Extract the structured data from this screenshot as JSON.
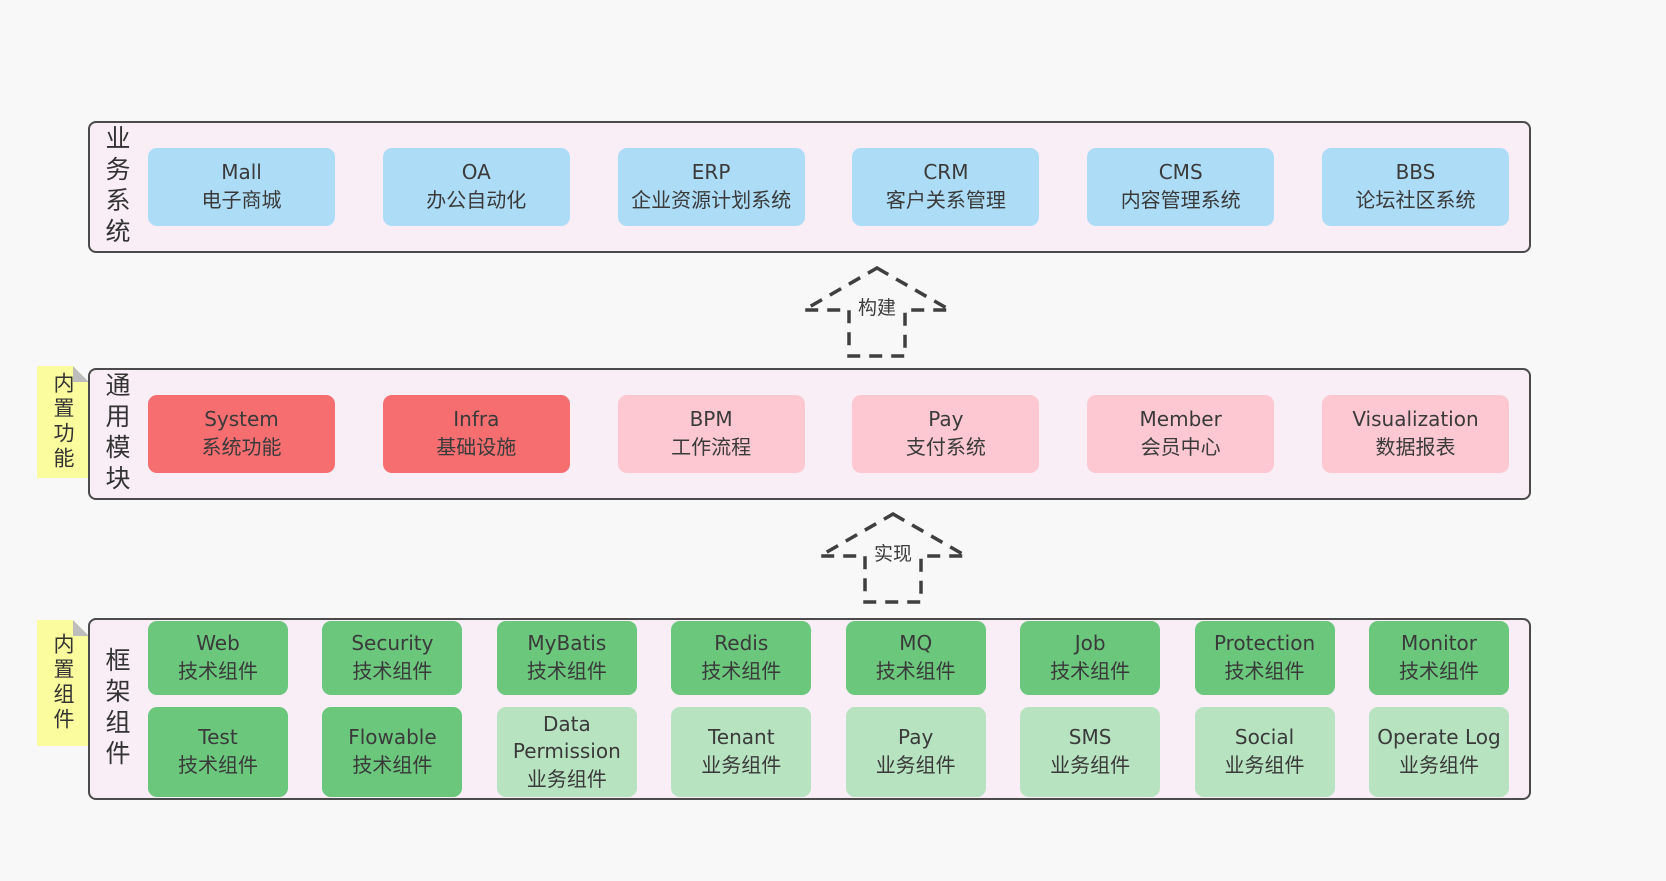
{
  "diagram": {
    "arrows": [
      {
        "label": "构建"
      },
      {
        "label": "实现"
      }
    ],
    "sections": [
      {
        "label": "业务系统",
        "boxes": [
          {
            "title": "Mall",
            "subtitle": "电子商城"
          },
          {
            "title": "OA",
            "subtitle": "办公自动化"
          },
          {
            "title": "ERP",
            "subtitle": "企业资源计划系统"
          },
          {
            "title": "CRM",
            "subtitle": "客户关系管理"
          },
          {
            "title": "CMS",
            "subtitle": "内容管理系统"
          },
          {
            "title": "BBS",
            "subtitle": "论坛社区系统"
          }
        ]
      },
      {
        "label": "通用模块",
        "note": "内置功能",
        "boxes": [
          {
            "title": "System",
            "subtitle": "系统功能"
          },
          {
            "title": "Infra",
            "subtitle": "基础设施"
          },
          {
            "title": "BPM",
            "subtitle": "工作流程"
          },
          {
            "title": "Pay",
            "subtitle": "支付系统"
          },
          {
            "title": "Member",
            "subtitle": "会员中心"
          },
          {
            "title": "Visualization",
            "subtitle": "数据报表"
          }
        ]
      },
      {
        "label": "框架组件",
        "note": "内置组件",
        "rows": [
          [
            {
              "title": "Web",
              "subtitle": "技术组件"
            },
            {
              "title": "Security",
              "subtitle": "技术组件"
            },
            {
              "title": "MyBatis",
              "subtitle": "技术组件"
            },
            {
              "title": "Redis",
              "subtitle": "技术组件"
            },
            {
              "title": "MQ",
              "subtitle": "技术组件"
            },
            {
              "title": "Job",
              "subtitle": "技术组件"
            },
            {
              "title": "Protection",
              "subtitle": "技术组件"
            },
            {
              "title": "Monitor",
              "subtitle": "技术组件"
            }
          ],
          [
            {
              "title": "Test",
              "subtitle": "技术组件"
            },
            {
              "title": "Flowable",
              "subtitle": "技术组件"
            },
            {
              "title": "Data Permission",
              "subtitle": "业务组件"
            },
            {
              "title": "Tenant",
              "subtitle": "业务组件"
            },
            {
              "title": "Pay",
              "subtitle": "业务组件"
            },
            {
              "title": "SMS",
              "subtitle": "业务组件"
            },
            {
              "title": "Social",
              "subtitle": "业务组件"
            },
            {
              "title": "Operate Log",
              "subtitle": "业务组件"
            }
          ]
        ]
      }
    ],
    "colors": {
      "page_bg": "#f8f8f8",
      "panel_bg": "#f9edf6",
      "panel_border": "#4b4b4b",
      "blue": "#addcf6",
      "red": "#f76e71",
      "pink": "#fdc8d2",
      "green": "#6ac77c",
      "light_green": "#b7e3c0",
      "note_yellow": "#fbfc9d",
      "text": "#3a3a3a"
    }
  }
}
